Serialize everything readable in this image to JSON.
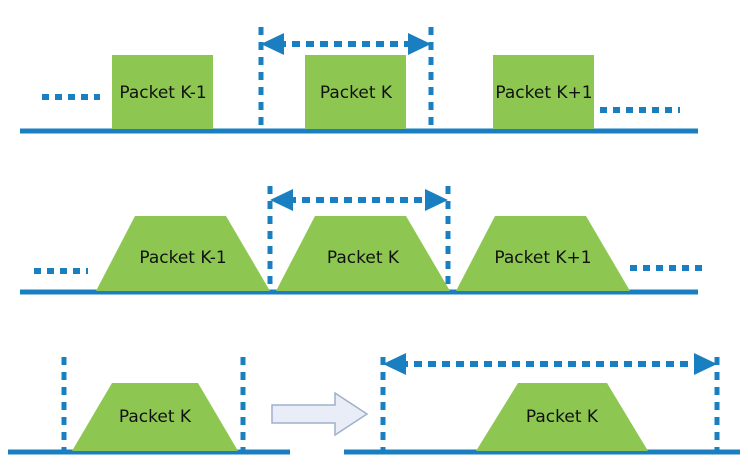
{
  "figure": {
    "title": "Packet transmission timing diagram",
    "colors": {
      "packet_fill": "#8DC751",
      "line_blue": "#1A7FC1",
      "dash_blue": "#1A7FC1",
      "arrow_white": "#E8EDF7",
      "arrow_white_stroke": "#9FB0C9",
      "text": "#111111",
      "background": "#FFFFFF"
    },
    "rows": [
      {
        "id": "row-rectangular",
        "shape": "rectangle",
        "packets": [
          {
            "label": "Packet K-1"
          },
          {
            "label": "Packet K"
          },
          {
            "label": "Packet K+1"
          }
        ],
        "measure_arrow": {
          "style": "double-headed dashed",
          "label": ""
        },
        "ellipsis_left": "dotted-line",
        "ellipsis_right": "dotted-line"
      },
      {
        "id": "row-trapezoidal",
        "shape": "trapezoid",
        "packets": [
          {
            "label": "Packet K-1"
          },
          {
            "label": "Packet K"
          },
          {
            "label": "Packet K+1"
          }
        ],
        "measure_arrow": {
          "style": "double-headed dashed",
          "label": ""
        },
        "ellipsis_left": "dotted-line",
        "ellipsis_right": "dotted-line"
      },
      {
        "id": "row-comparison",
        "shape": "trapezoid",
        "left": {
          "packets": [
            {
              "label": "Packet K"
            }
          ],
          "measure_arrow": null
        },
        "transition_icon": "right-arrow-icon",
        "right": {
          "packets": [
            {
              "label": "Packet K"
            }
          ],
          "measure_arrow": {
            "style": "double-headed dashed",
            "label": ""
          }
        }
      }
    ]
  }
}
